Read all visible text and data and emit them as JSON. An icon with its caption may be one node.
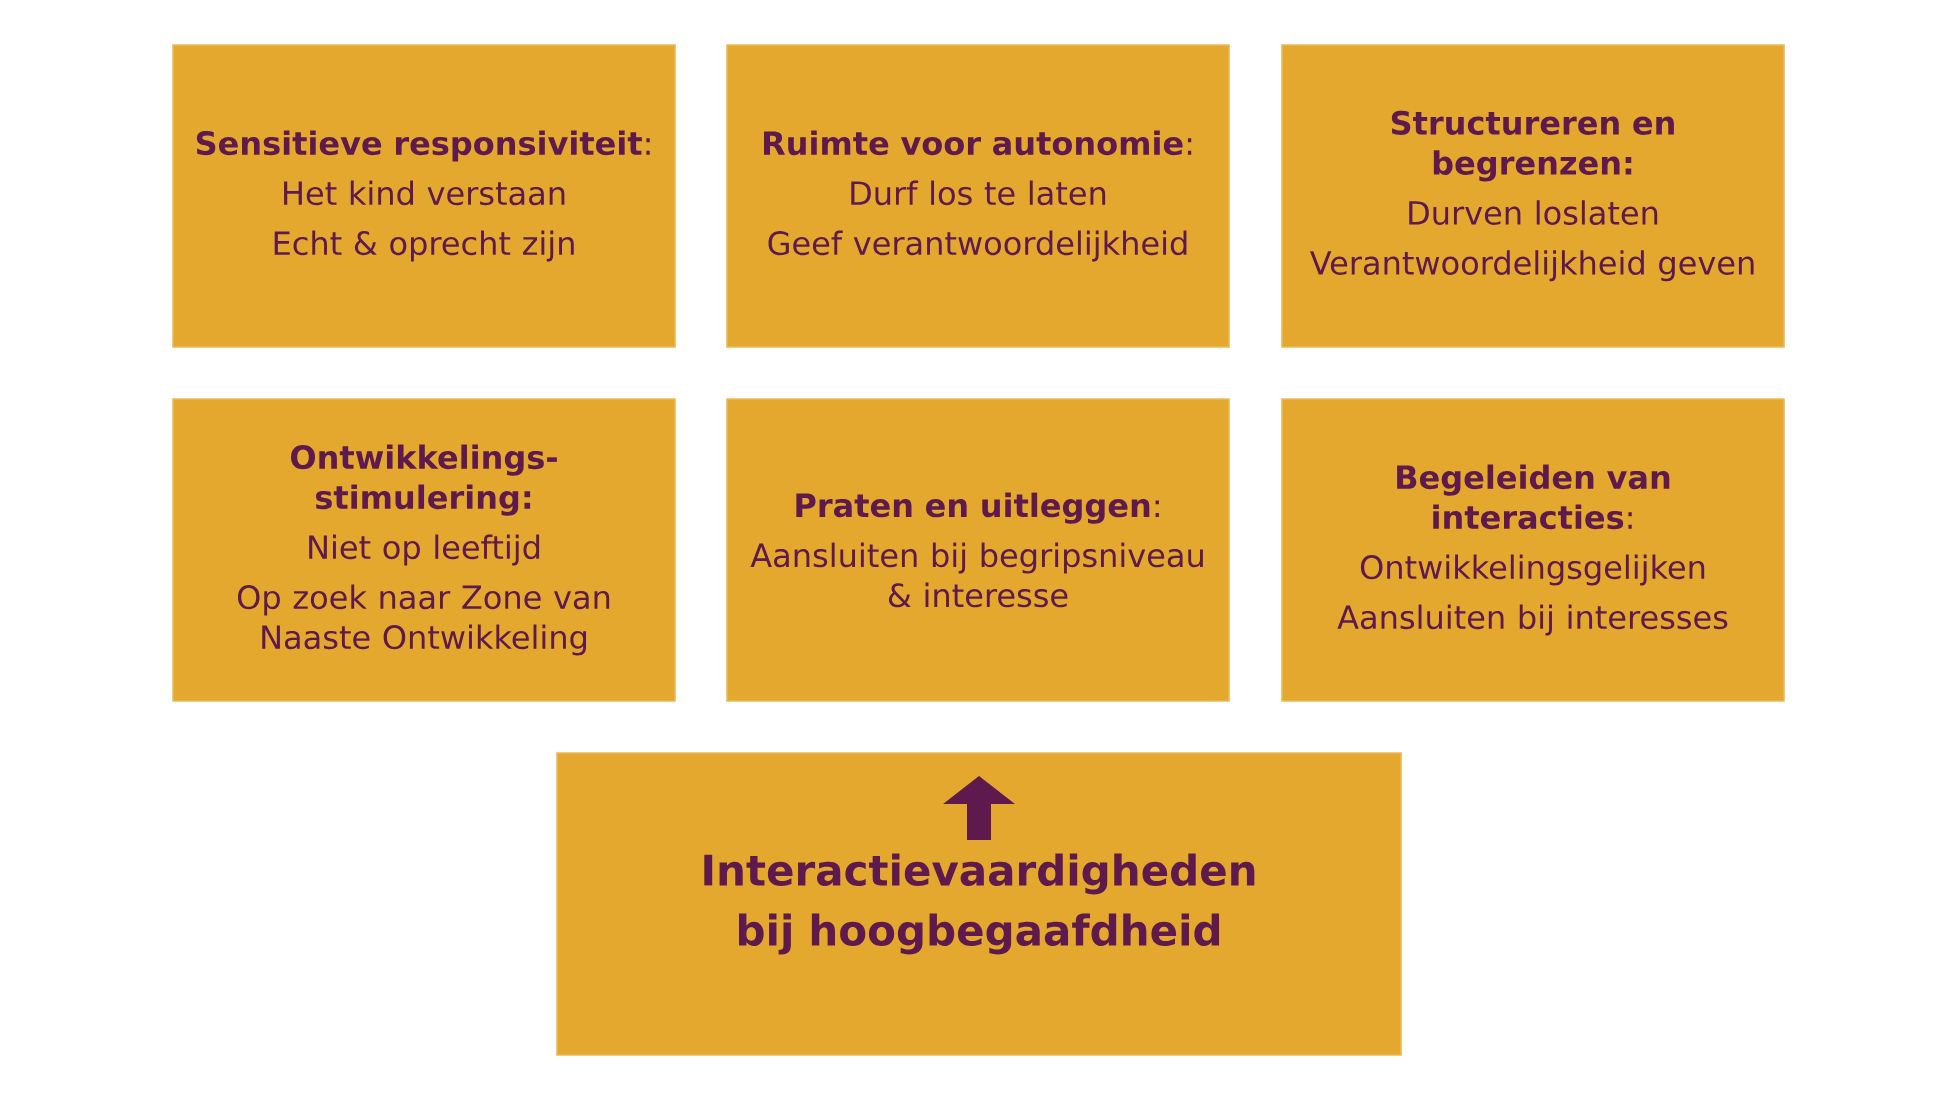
{
  "diagram": {
    "nodes": [
      {
        "text": [
          "**Sensitieve responsiviteit**:",
          "Het kind verstaan",
          "Echt & oprecht zijn"
        ]
      },
      {
        "text": [
          "**Ruimte voor autonomie**:",
          "Durf los te laten",
          "Geef verantwoordelijkheid"
        ]
      },
      {
        "text": [
          "Structureren en begrenzen:",
          "Durven loslaten",
          "Verantwoordelijkheid geven"
        ]
      },
      {
        "text": [
          "Ontwikkelings- stimulering:",
          "Niet op leeftijd",
          "Op zoek naar Zone van Naaste Ontwikkeling"
        ]
      },
      {
        "text": [
          "**Praten en uitleggen**:",
          "Aansluiten bij begripsniveau & interesse"
        ]
      },
      {
        "text": [
          "**Begeleiden van interacties**:",
          "Ontwikkelingsgelijken",
          "Aansluiten bij interesses"
        ]
      },
      {
        "text": [
          "Interactievaardigheden bij hoogbegaafdheid"
        ]
      }
    ]
  }
}
